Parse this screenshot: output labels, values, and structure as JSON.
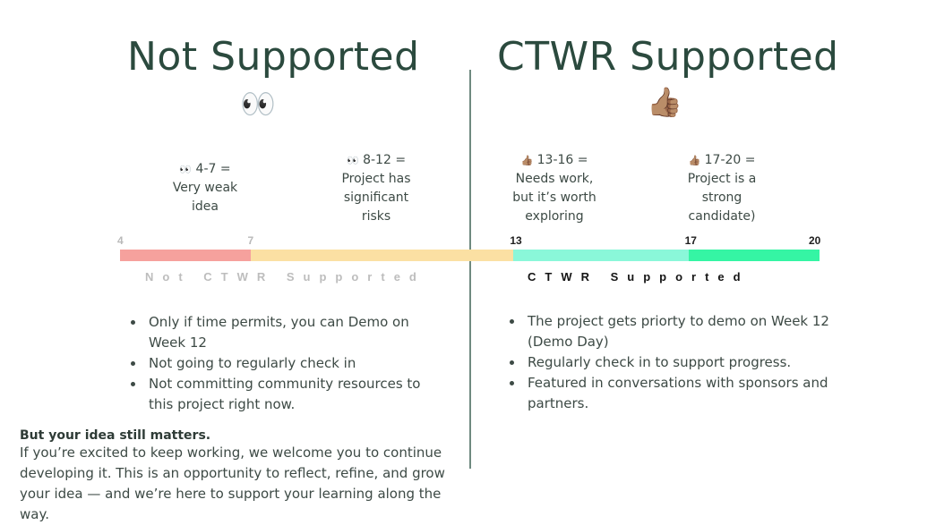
{
  "left": {
    "title": "Not Supported",
    "emoji": "👀",
    "ranges": [
      {
        "emoji": "👀",
        "range": "4-7 =",
        "desc_lines": [
          "Very weak",
          "idea"
        ]
      },
      {
        "emoji": "👀",
        "range": "8-12 =",
        "desc_lines": [
          "Project has",
          "significant",
          "risks"
        ]
      }
    ],
    "band_label": "Not CTWR Supported",
    "bullets": [
      "Only if time permits, you can Demo on Week 12",
      "Not going to regularly check in",
      "Not committing community resources to this project right now."
    ]
  },
  "right": {
    "title": "CTWR Supported",
    "emoji": "👍🏽",
    "ranges": [
      {
        "emoji": "👍🏽",
        "range": "13-16 =",
        "desc_lines": [
          "Needs work,",
          "but it’s worth",
          "exploring"
        ]
      },
      {
        "emoji": "👍🏽",
        "range": "17-20 =",
        "desc_lines": [
          "Project is a",
          "strong",
          "candidate)"
        ]
      }
    ],
    "band_label": "CTWR Supported",
    "bullets": [
      "The project gets priorty to demo on Week 12 (Demo Day)",
      "Regularly check in to support progress.",
      "Featured in conversations with sponsors and partners."
    ]
  },
  "scale": {
    "min": 4,
    "max": 20,
    "ticks": [
      {
        "value": 4,
        "label": "4",
        "color": "#b9b9b9"
      },
      {
        "value": 7,
        "label": "7",
        "color": "#b9b9b9"
      },
      {
        "value": 13,
        "label": "13",
        "color": "#1f1f1f"
      },
      {
        "value": 17,
        "label": "17",
        "color": "#1f1f1f"
      },
      {
        "value": 20,
        "label": "20",
        "color": "#1f1f1f"
      }
    ],
    "segments": [
      {
        "from": 4,
        "to": 7,
        "color": "#f6a19d"
      },
      {
        "from": 7,
        "to": 13,
        "color": "#fbe0a3"
      },
      {
        "from": 13,
        "to": 17,
        "color": "#8af7d9"
      },
      {
        "from": 17,
        "to": 20,
        "color": "#35f5a4"
      }
    ],
    "band_colors": {
      "not_supported": "#bdbdbd",
      "supported": "#141414"
    }
  },
  "note": {
    "heading": "But your idea still matters.",
    "body": "If you’re excited to keep working, we welcome you to continue developing it. This is an opportunity to reflect, refine, and grow your idea — and we’re here to support your learning along the way."
  },
  "colors": {
    "title": "#2b4a3e",
    "divider": "#6f8a80"
  }
}
